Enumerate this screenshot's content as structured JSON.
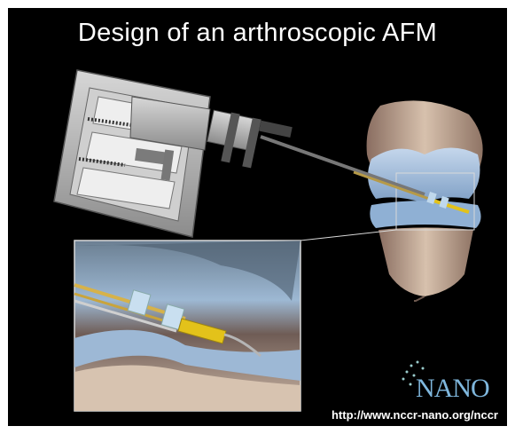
{
  "slide": {
    "title": "Design of an arthroscopic AFM",
    "logo_text": "NANO",
    "url": "http://www.nccr-nano.org/nccr"
  },
  "colors": {
    "background": "#000000",
    "title_text": "#ffffff",
    "device_body": "#a9a9a9",
    "cartilage": "#9bb8d8",
    "tip_yellow": "#e3c21a",
    "logo": "#7fb7dd"
  },
  "icons": [
    "afm-device-illustration",
    "knee-joint-illustration",
    "zoom-inset",
    "nano-logo-icon"
  ]
}
